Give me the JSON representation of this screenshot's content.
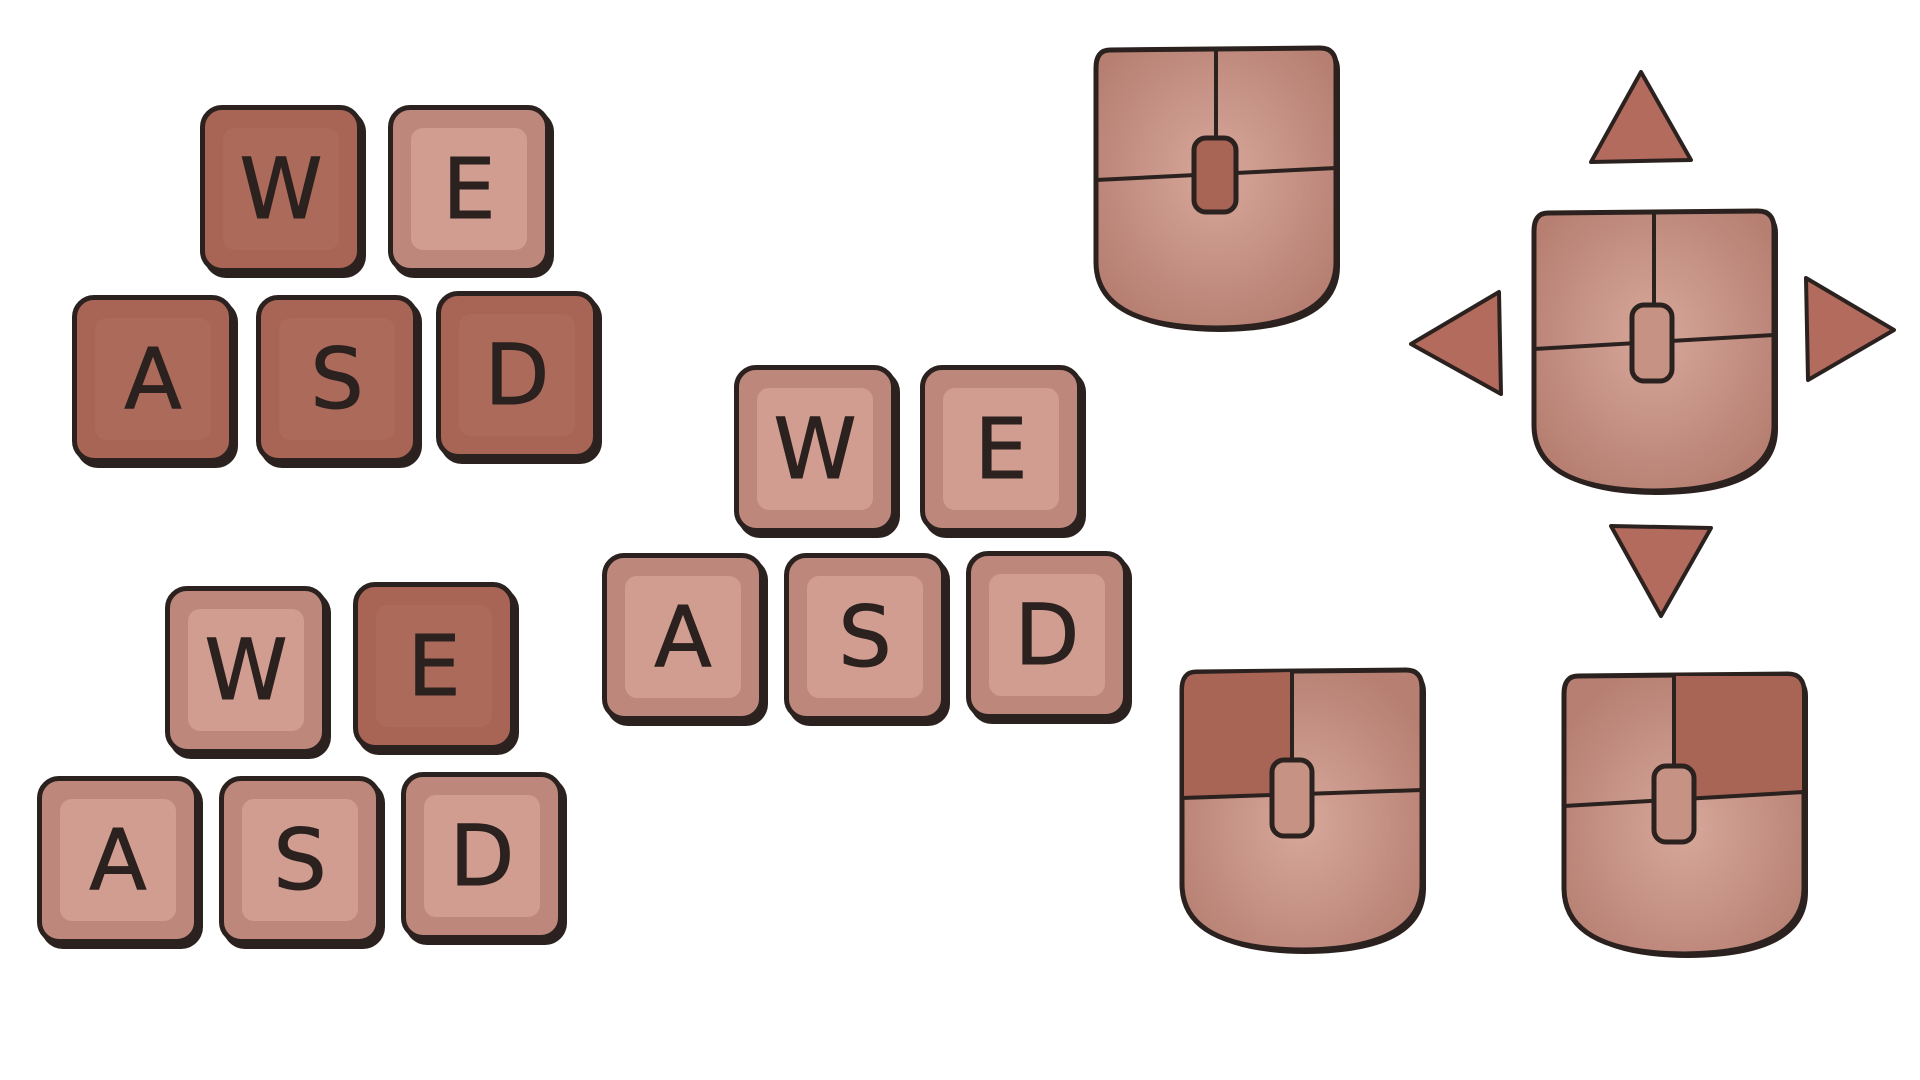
{
  "colors": {
    "background": "#ffffff",
    "outline": "#2b211f",
    "key_dark": "#a86455",
    "key_light": "#bd877b",
    "key_light_face": "#d19d90",
    "mouse_body": "#c08a7e",
    "mouse_highlight": "#d7a89b",
    "mouse_pressed": "#a86455",
    "arrow_fill": "#b26b5c"
  },
  "keyboards": [
    {
      "id": "top-left",
      "keys": [
        {
          "label": "W",
          "state": "pressed"
        },
        {
          "label": "E",
          "state": "normal"
        },
        {
          "label": "A",
          "state": "pressed"
        },
        {
          "label": "S",
          "state": "pressed"
        },
        {
          "label": "D",
          "state": "pressed"
        }
      ]
    },
    {
      "id": "bottom-left",
      "keys": [
        {
          "label": "W",
          "state": "normal"
        },
        {
          "label": "E",
          "state": "pressed"
        },
        {
          "label": "A",
          "state": "normal"
        },
        {
          "label": "S",
          "state": "normal"
        },
        {
          "label": "D",
          "state": "normal"
        }
      ]
    },
    {
      "id": "center",
      "keys": [
        {
          "label": "W",
          "state": "normal"
        },
        {
          "label": "E",
          "state": "normal"
        },
        {
          "label": "A",
          "state": "normal"
        },
        {
          "label": "S",
          "state": "normal"
        },
        {
          "label": "D",
          "state": "normal"
        }
      ]
    }
  ],
  "mice": [
    {
      "id": "scroll-pressed",
      "pressed": "scroll-wheel"
    },
    {
      "id": "move",
      "pressed": "none",
      "arrows": [
        "up",
        "down",
        "left",
        "right"
      ]
    },
    {
      "id": "left-click",
      "pressed": "left-button"
    },
    {
      "id": "right-click",
      "pressed": "right-button"
    }
  ]
}
